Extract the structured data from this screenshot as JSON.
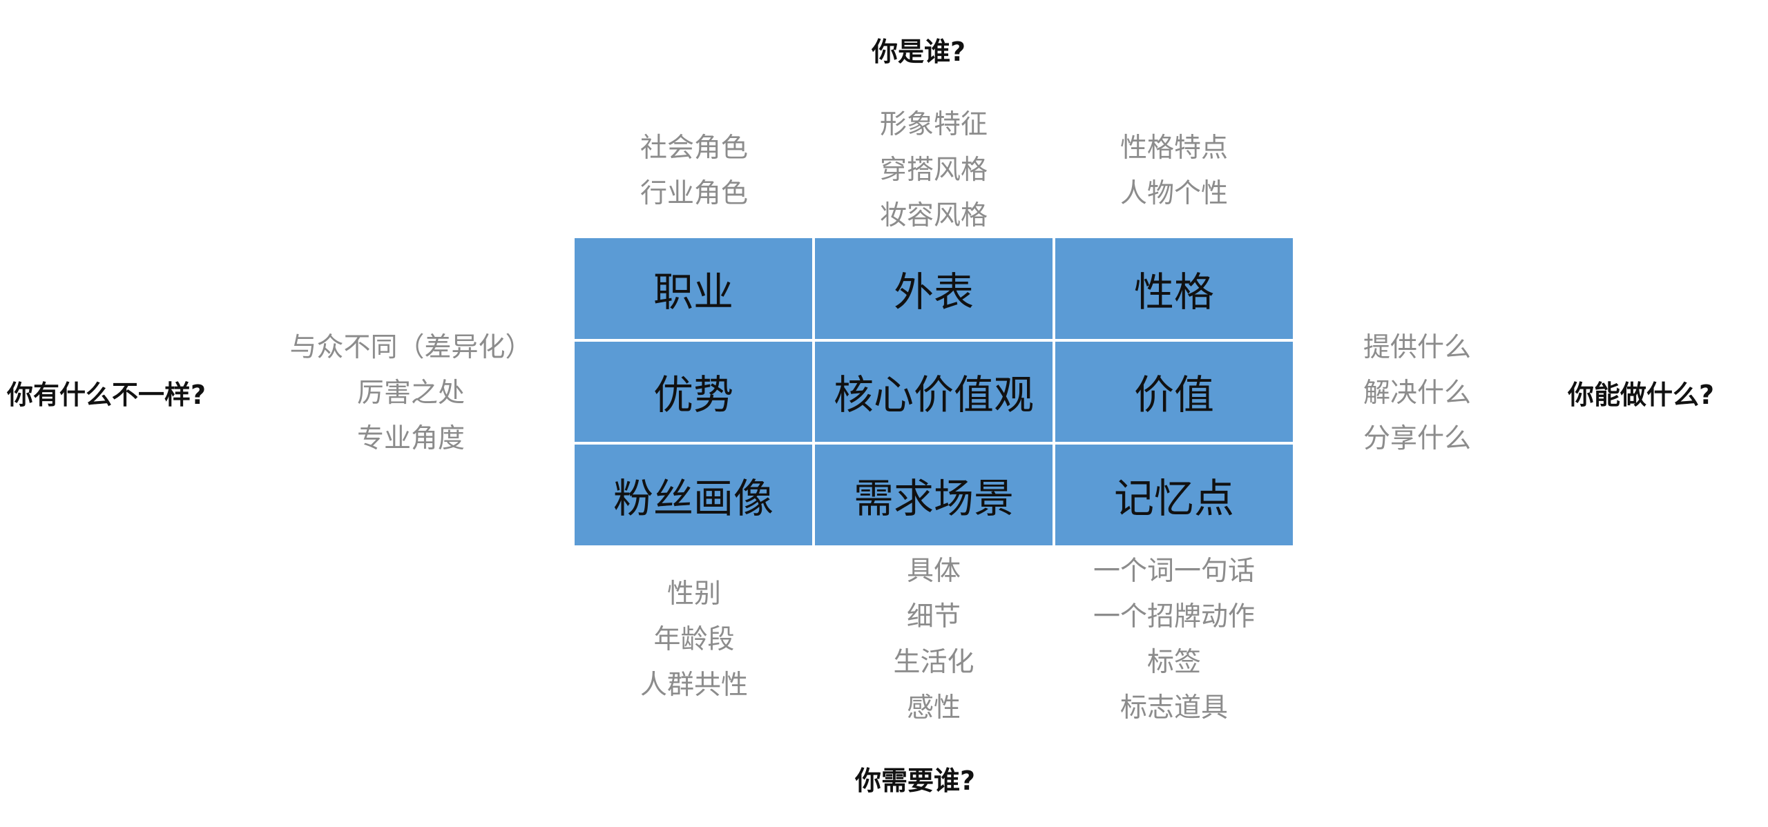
{
  "axes": {
    "top": "你是谁?",
    "bottom": "你需要谁?",
    "left": "你有什么不一样?",
    "right": "你能做什么?"
  },
  "cells": [
    "职业",
    "外表",
    "性格",
    "优势",
    "核心价值观",
    "价值",
    "粉丝画像",
    "需求场景",
    "记忆点"
  ],
  "notes": {
    "top_left": [
      "社会角色",
      "行业角色"
    ],
    "top_center": [
      "形象特征",
      "穿搭风格",
      "妆容风格"
    ],
    "top_right": [
      "性格特点",
      "人物个性"
    ],
    "left": [
      "与众不同（差异化）",
      "厉害之处",
      "专业角度"
    ],
    "right": [
      "提供什么",
      "解决什么",
      "分享什么"
    ],
    "bottom_left": [
      "性别",
      "年龄段",
      "人群共性"
    ],
    "bottom_center": [
      "具体",
      "细节",
      "生活化",
      "感性"
    ],
    "bottom_right": [
      "一个词一句话",
      "一个招牌动作",
      "标签",
      "标志道具"
    ]
  }
}
